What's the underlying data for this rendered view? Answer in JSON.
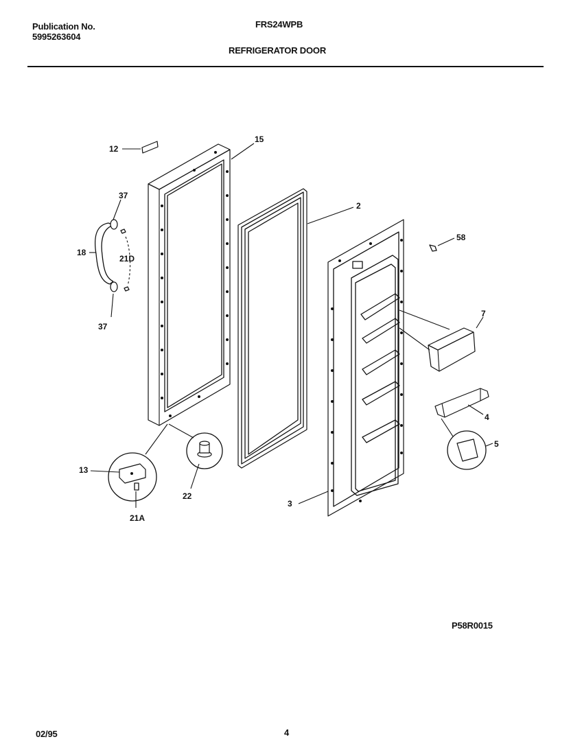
{
  "header": {
    "publication_label": "Publication No.",
    "publication_number": "5995263604",
    "model": "FRS24WPB",
    "section_title": "REFRIGERATOR DOOR"
  },
  "part_labels": {
    "p12": "12",
    "p15": "15",
    "p37_top": "37",
    "p18": "18",
    "p21d": "21D",
    "p37_bottom": "37",
    "p2": "2",
    "p58": "58",
    "p7": "7",
    "p4": "4",
    "p5": "5",
    "p13": "13",
    "p22": "22",
    "p21a": "21A",
    "p3": "3"
  },
  "figure_code": "P58R0015",
  "footer": {
    "date": "02/95",
    "page_number": "4"
  }
}
